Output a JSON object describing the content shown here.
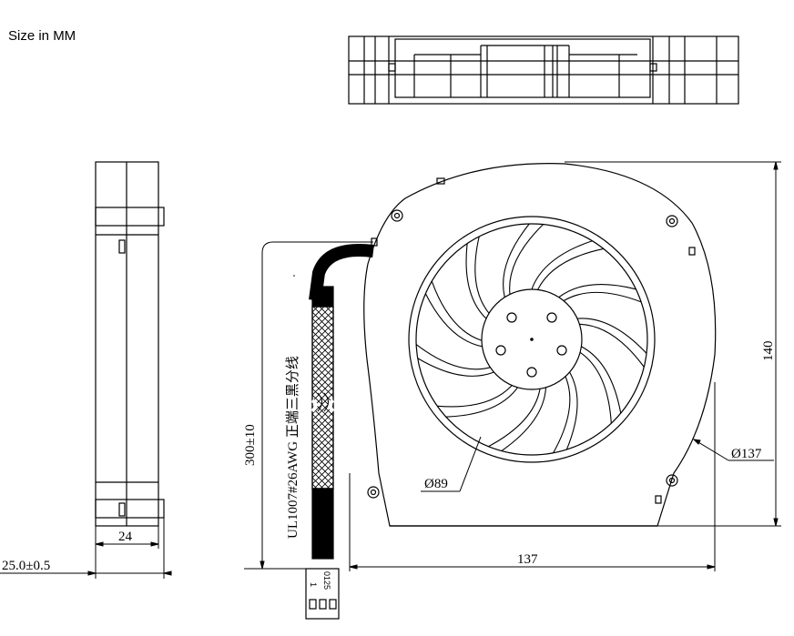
{
  "heading": "Size in MM",
  "dimensions": {
    "side_width": "24",
    "side_thickness": "25.0±0.5",
    "wire_length": "300±10",
    "wire_spec": "UL1007#26AWG 正端三黑分线",
    "overall_width": "137",
    "overall_height": "140",
    "housing_diameter": "Ø137",
    "impeller_diameter": "Ø89"
  },
  "connector": {
    "label": "0125",
    "pin_mark": "1"
  },
  "colors": {
    "line": "#000000",
    "background": "#ffffff"
  }
}
